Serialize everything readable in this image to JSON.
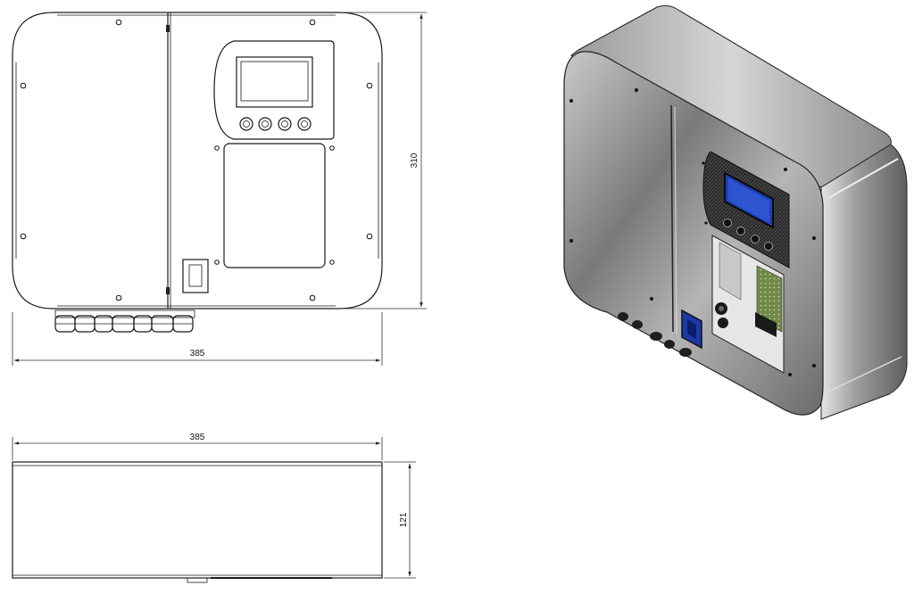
{
  "drawing": {
    "front_view": {
      "width_dimension": "385",
      "height_dimension": "310",
      "display_buttons": 4,
      "cable_glands": 7
    },
    "bottom_view": {
      "width_dimension": "385",
      "depth_dimension": "121"
    },
    "iso_view": {
      "body_color": "#8c8c8c",
      "display_color": "#1f3fb8",
      "switch_color": "#1a3aa8"
    }
  }
}
